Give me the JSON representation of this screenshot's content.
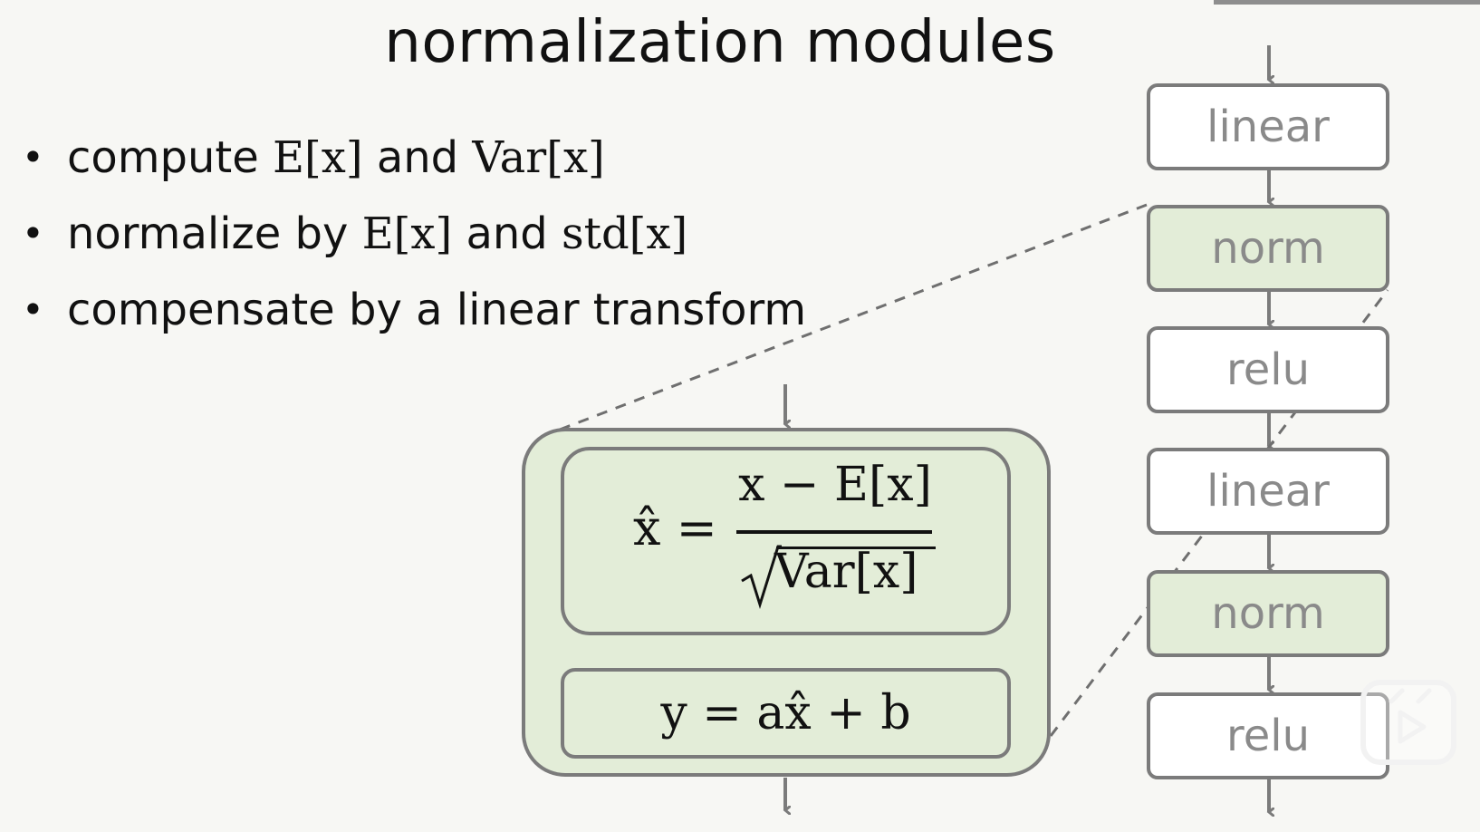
{
  "title": "normalization modules",
  "bullets": [
    {
      "text_a": "compute ",
      "math_a": "E[x]",
      "text_b": " and ",
      "math_b": "Var[x]"
    },
    {
      "text_a": "normalize by ",
      "math_a": "E[x]",
      "text_b": " and ",
      "math_b": "std[x]"
    },
    {
      "text_a": "compensate by a linear transform"
    }
  ],
  "pipeline": {
    "nodes": [
      {
        "label": "linear",
        "type": "linear"
      },
      {
        "label": "norm",
        "type": "norm"
      },
      {
        "label": "relu",
        "type": "relu"
      },
      {
        "label": "linear",
        "type": "linear"
      },
      {
        "label": "norm",
        "type": "norm"
      },
      {
        "label": "relu",
        "type": "relu"
      }
    ]
  },
  "norm_module": {
    "formula": {
      "lhs": "x̂ =",
      "numerator": "x − E[x]",
      "denominator": "Var[x]"
    },
    "affine": "y = ax̂ + b"
  },
  "colors": {
    "norm_fill": "#e3edd8",
    "box_border": "#7b7b7b",
    "node_text": "#8a8a8a",
    "background": "#f7f7f4"
  },
  "icons": [
    "play-logo-icon"
  ]
}
